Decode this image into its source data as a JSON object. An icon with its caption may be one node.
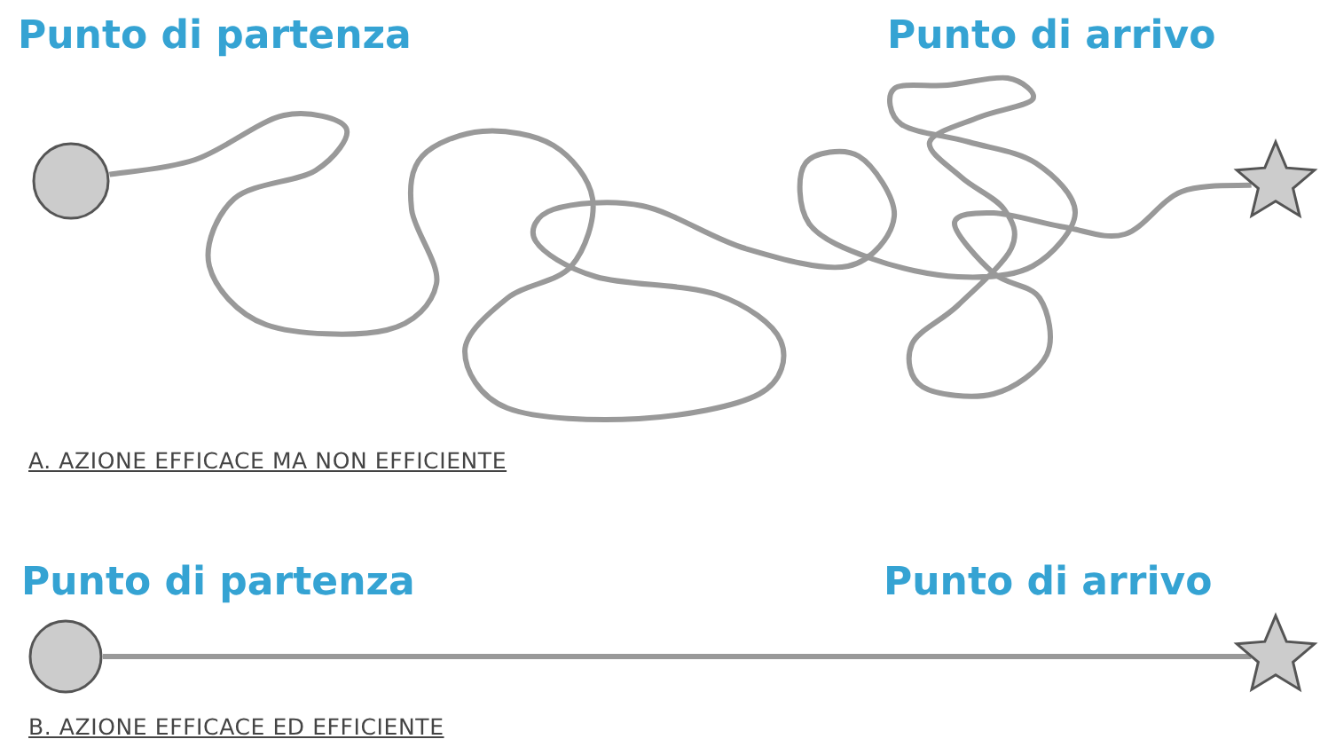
{
  "diagram": {
    "nodes": [
      {
        "text": [],
        "shape": "circle",
        "beside": [
          "Punto di partenza"
        ]
      },
      {
        "text": [],
        "shape": "star",
        "beside": [
          "Punto di arrivo"
        ]
      },
      {
        "text": [],
        "shape": "circle",
        "beside": [
          "Punto di partenza"
        ]
      },
      {
        "text": [],
        "shape": "star",
        "beside": [
          "Punto di arrivo"
        ]
      }
    ],
    "edges": [
      {
        "from": 0,
        "to": 1,
        "arrow": "none"
      },
      {
        "from": 2,
        "to": 3,
        "arrow": "none"
      }
    ],
    "labels": [
      "A. AZIONE EFFICACE MA NON EFFICIENTE",
      "B. AZIONE EFFICACE ED EFFICIENTE"
    ]
  }
}
